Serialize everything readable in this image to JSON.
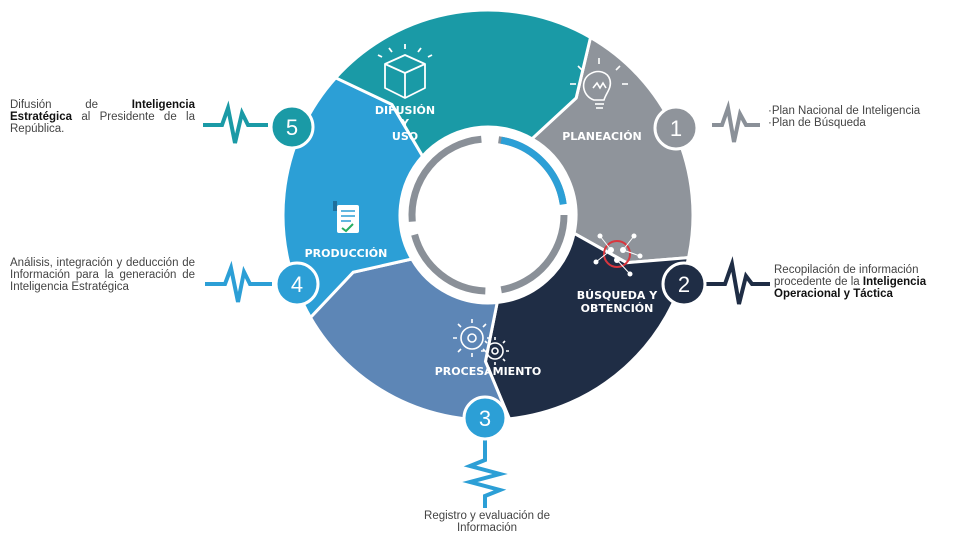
{
  "colors": {
    "planeacion": "#8f949b",
    "busqueda": "#1f2d45",
    "procesamiento": "#5d86b6",
    "produccion": "#2c9fd6",
    "difusion": "#1a9aa6",
    "ring_grey": "#8a9098",
    "ring_blue": "#2c9fd6",
    "zigzag_grey": "#8a9098",
    "zigzag_dark": "#1f2d45",
    "zigzag_blue": "#2c9fd6",
    "zigzag_teal": "#1a9aa6"
  },
  "phases": [
    {
      "number": "1",
      "label": "PLANEACIÓN",
      "icon": "lightbulb-icon"
    },
    {
      "number": "2",
      "label_line1": "BÚSQUEDA Y",
      "label_line2": "OBTENCIÓN",
      "icon": "people-network-icon"
    },
    {
      "number": "3",
      "label": "PROCESAMIENTO",
      "icon": "gears-icon"
    },
    {
      "number": "4",
      "label": "PRODUCCIÓN",
      "icon": "document-icon"
    },
    {
      "number": "5",
      "label_line1": "DIFUSIÓN",
      "label_line2": "Y",
      "label_line3": "USO",
      "icon": "box-icon"
    }
  ],
  "descriptions": {
    "planeacion": [
      "·Plan Nacional de Inteligencia",
      "·Plan de Búsqueda"
    ],
    "busqueda": {
      "line1": "Recopilación de información",
      "line2_normal": "procedente de la ",
      "line2_bold": "Inteligencia",
      "line3_bold": "Operacional y Táctica"
    },
    "procesamiento": [
      "Registro y evaluación de",
      "Información"
    ],
    "produccion": "Análisis, integración y deducción de Información para la generación de Inteligencia Estratégica",
    "difusion": {
      "part1": "Difusión de ",
      "bold": "Inteligencia Estratégica",
      "part2": " al Presidente de la República."
    }
  }
}
